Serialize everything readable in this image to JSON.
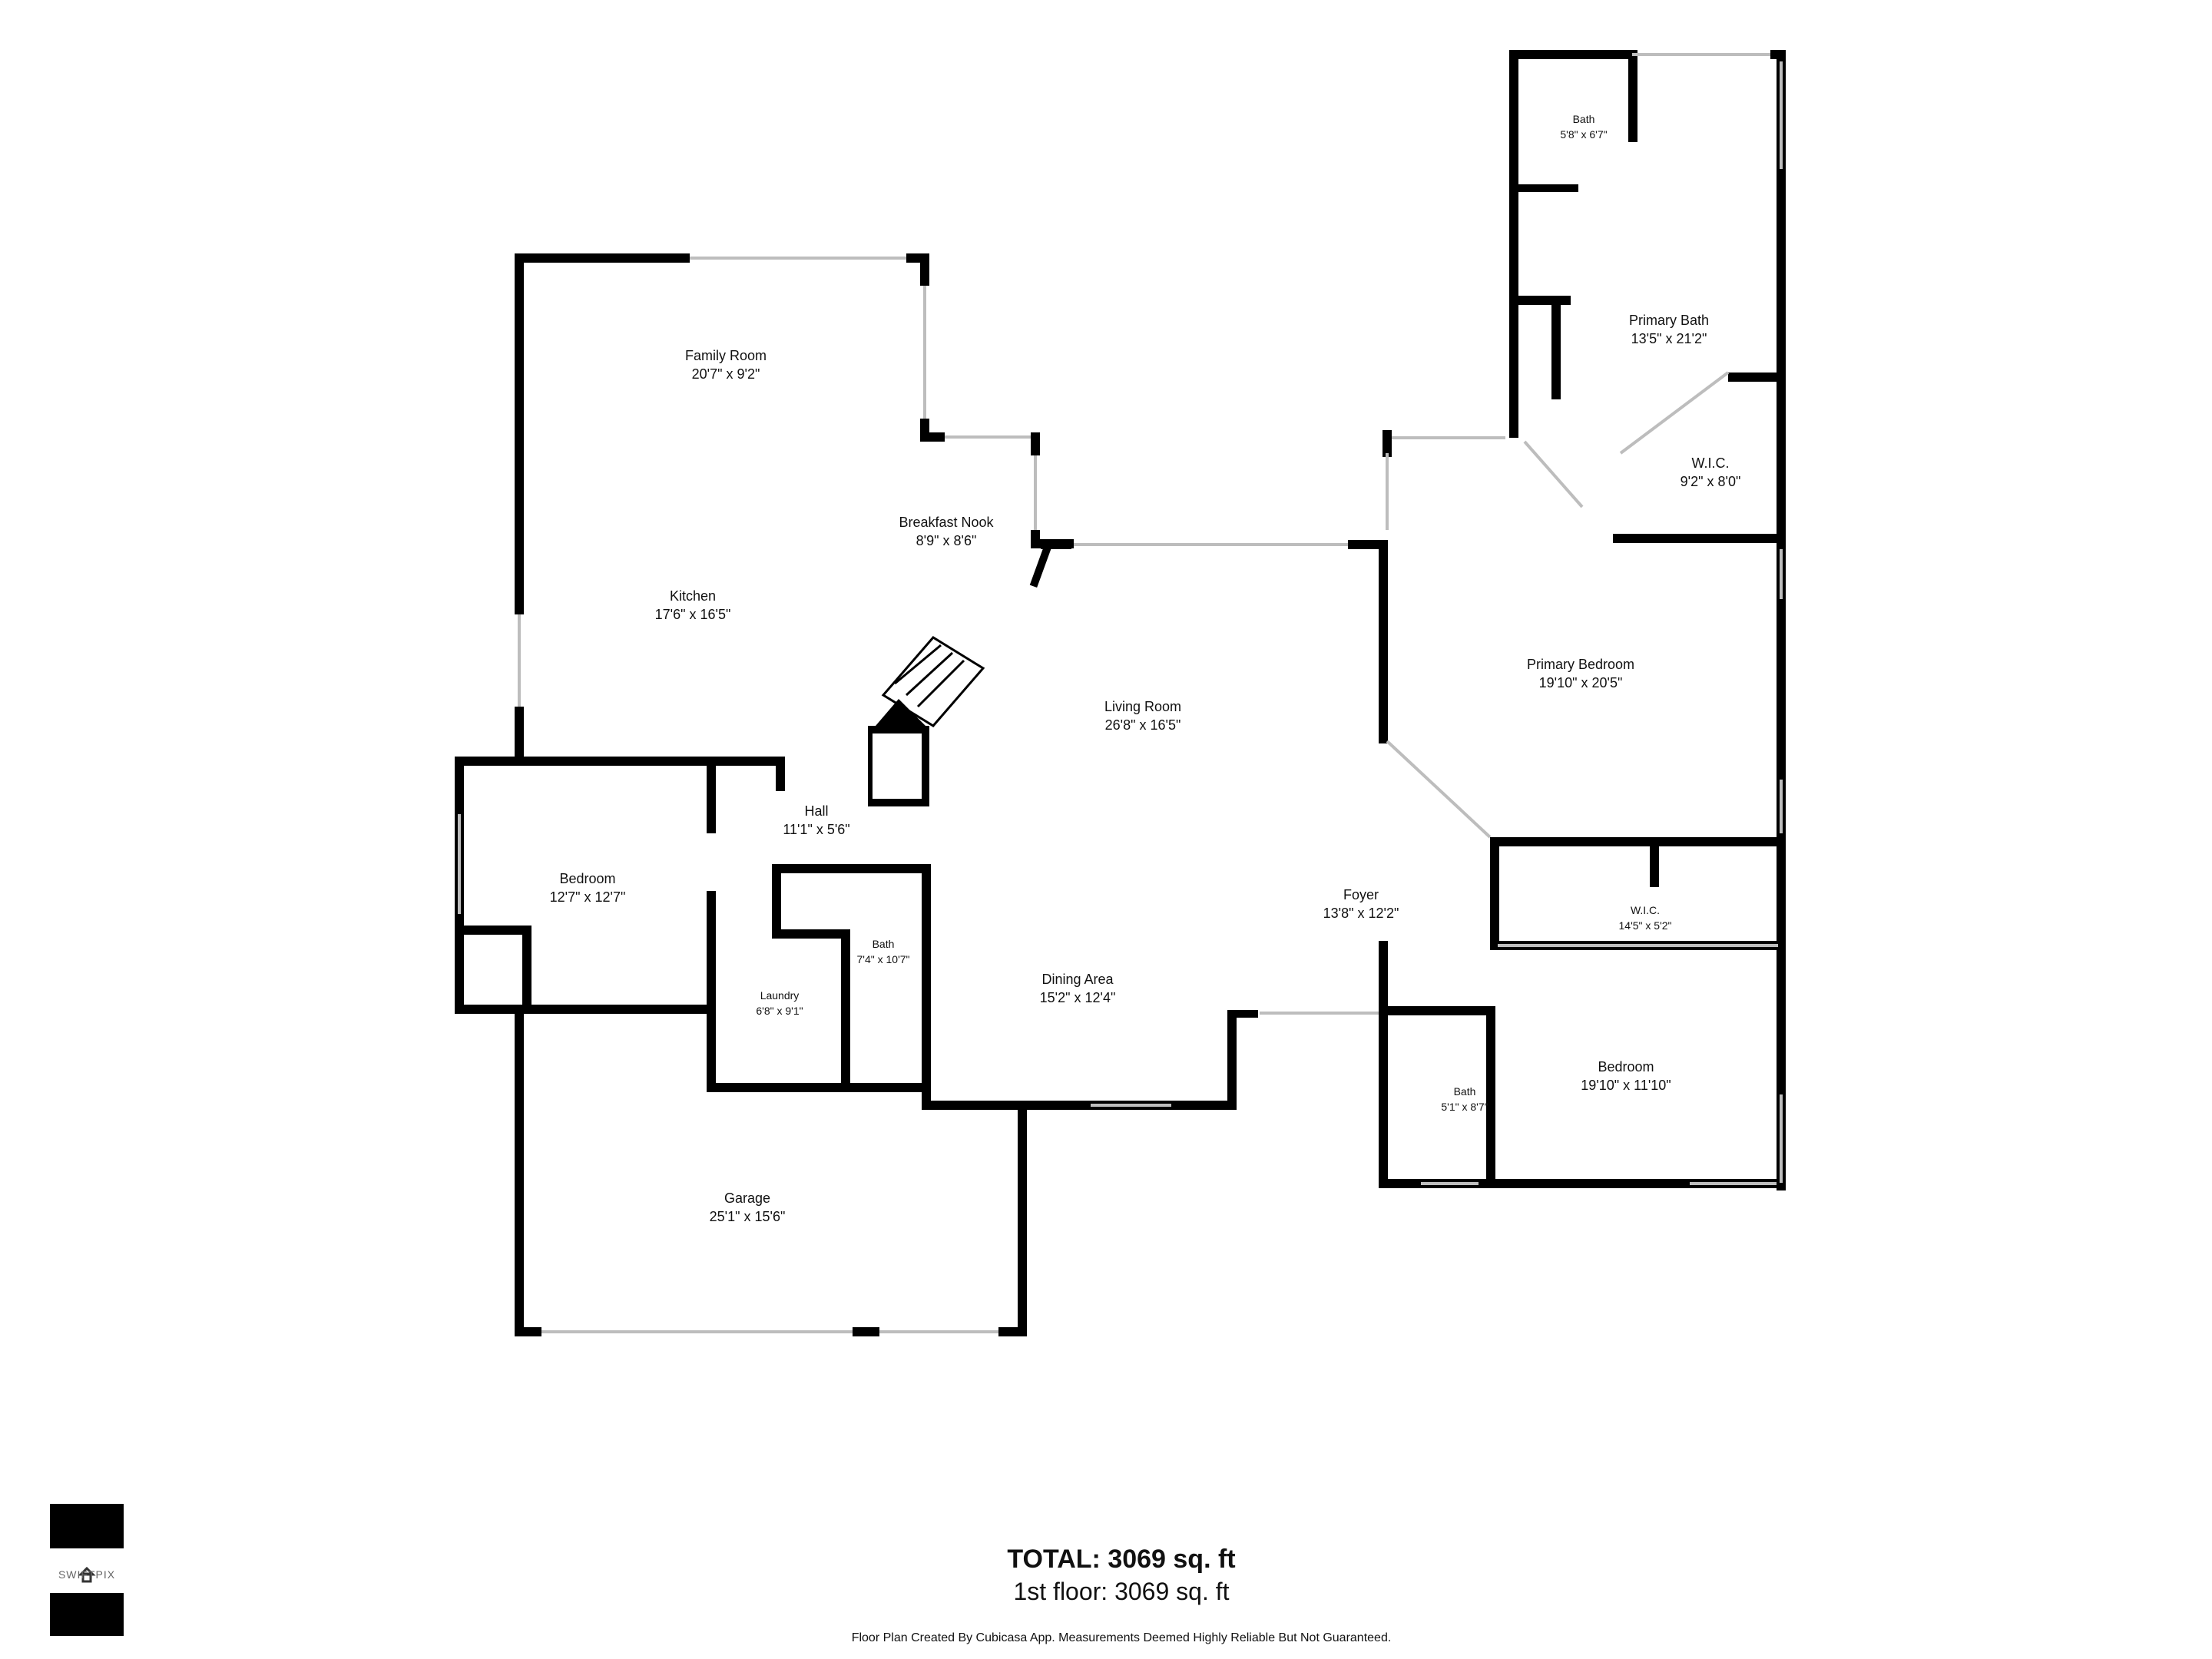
{
  "rooms": {
    "family_room": {
      "name": "Family Room",
      "dim": "20'7\" x 9'2\""
    },
    "breakfast_nook": {
      "name": "Breakfast Nook",
      "dim": "8'9\" x 8'6\""
    },
    "kitchen": {
      "name": "Kitchen",
      "dim": "17'6\" x 16'5\""
    },
    "hall": {
      "name": "Hall",
      "dim": "11'1\" x 5'6\""
    },
    "bedroom_w": {
      "name": "Bedroom",
      "dim": "12'7\" x 12'7\""
    },
    "bath_hall": {
      "name": "Bath",
      "dim": "7'4\" x 10'7\""
    },
    "laundry": {
      "name": "Laundry",
      "dim": "6'8\" x 9'1\""
    },
    "living_room": {
      "name": "Living Room",
      "dim": "26'8\" x 16'5\""
    },
    "dining_area": {
      "name": "Dining Area",
      "dim": "15'2\" x 12'4\""
    },
    "foyer": {
      "name": "Foyer",
      "dim": "13'8\" x 12'2\""
    },
    "garage": {
      "name": "Garage",
      "dim": "25'1\" x 15'6\""
    },
    "bath_primary_small": {
      "name": "Bath",
      "dim": "5'8\" x 6'7\""
    },
    "primary_bath": {
      "name": "Primary Bath",
      "dim": "13'5\" x 21'2\""
    },
    "wic_primary": {
      "name": "W.I.C.",
      "dim": "9'2\" x 8'0\""
    },
    "primary_bedroom": {
      "name": "Primary Bedroom",
      "dim": "19'10\" x 20'5\""
    },
    "wic_east": {
      "name": "W.I.C.",
      "dim": "14'5\" x 5'2\""
    },
    "bedroom_e": {
      "name": "Bedroom",
      "dim": "19'10\" x 11'10\""
    },
    "bath_e": {
      "name": "Bath",
      "dim": "5'1\" x 8'7\""
    }
  },
  "totals": {
    "total": "TOTAL: 3069 sq. ft",
    "floor": "1st floor: 3069 sq. ft"
  },
  "disclaimer": "Floor Plan Created By Cubicasa App. Measurements Deemed Highly Reliable But Not Guaranteed.",
  "logo": {
    "text": "SWIFTPIX",
    "icon": "house-lock-icon"
  },
  "colors": {
    "wall": "#000000",
    "window": "#bdbdbd",
    "background": "#ffffff"
  }
}
